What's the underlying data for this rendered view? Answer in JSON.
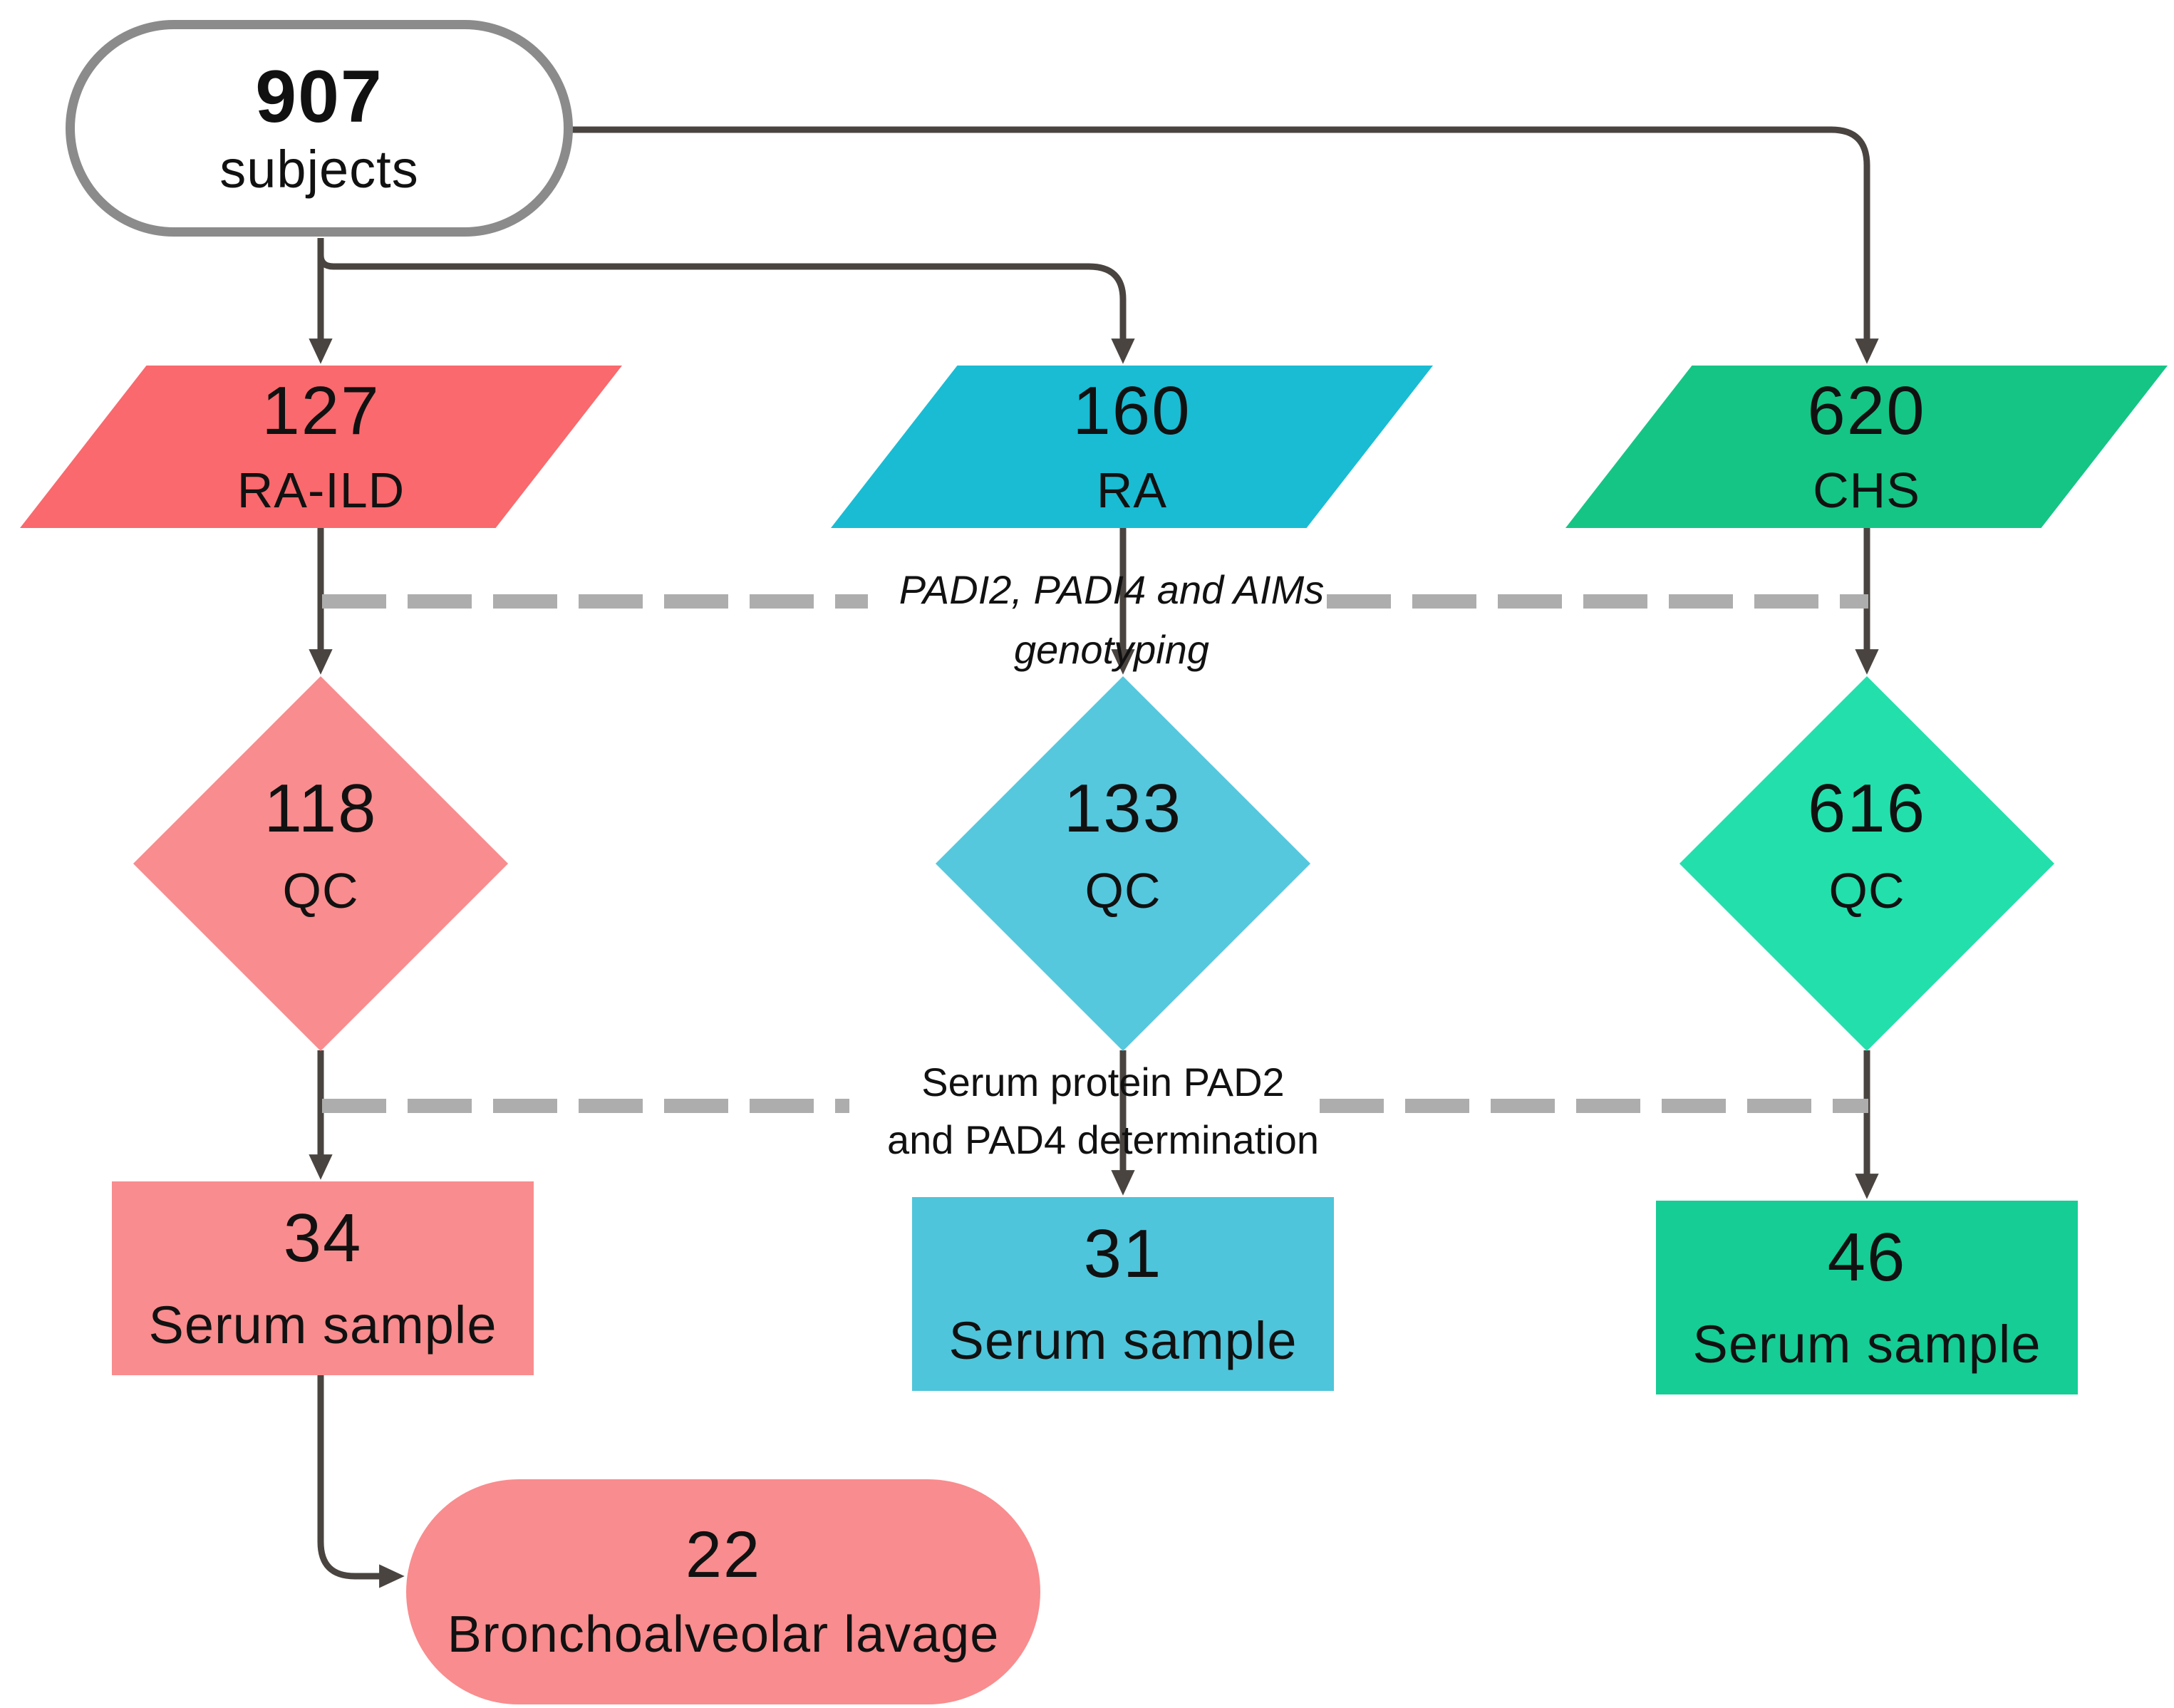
{
  "palette": {
    "coral": "#f9696d",
    "coral_light": "#f98c8e",
    "cyan": "#19bcd3",
    "cyan_light": "#55c8dd",
    "cyan_box": "#4ec5da",
    "green": "#15c586",
    "green_light": "#23dfac",
    "green_box": "#15cd95",
    "connector_line": "#4a4440",
    "dashed_divider": "#adadad",
    "oval_border": "#8b8b8b"
  },
  "nodes": {
    "total": {
      "value": "907",
      "label": "subjects"
    },
    "cohorts": [
      {
        "value": "127",
        "label": "RA-ILD",
        "color": "#f9696d"
      },
      {
        "value": "160",
        "label": "RA",
        "color": "#19bcd3"
      },
      {
        "value": "620",
        "label": "CHS",
        "color": "#15c586"
      }
    ],
    "qc": [
      {
        "value": "118",
        "label": "QC",
        "color": "#f98c8e"
      },
      {
        "value": "133",
        "label": "QC",
        "color": "#55c8dd"
      },
      {
        "value": "616",
        "label": "QC",
        "color": "#23dfac"
      }
    ],
    "serum": [
      {
        "value": "34",
        "label": "Serum sample",
        "color": "#f98c8e"
      },
      {
        "value": "31",
        "label": "Serum sample",
        "color": "#4ec5da"
      },
      {
        "value": "46",
        "label": "Serum sample",
        "color": "#15cd95"
      }
    ],
    "bal": {
      "value": "22",
      "label": "Bronchoalveolar lavage",
      "color": "#f98c8e"
    }
  },
  "annotations": {
    "genotyping": {
      "line1": "PADI2, PADI4  and  AIMs",
      "line2": "genotyping"
    },
    "serum_protein": {
      "line1": "Serum protein PAD2",
      "line2": "and PAD4 determination"
    }
  }
}
